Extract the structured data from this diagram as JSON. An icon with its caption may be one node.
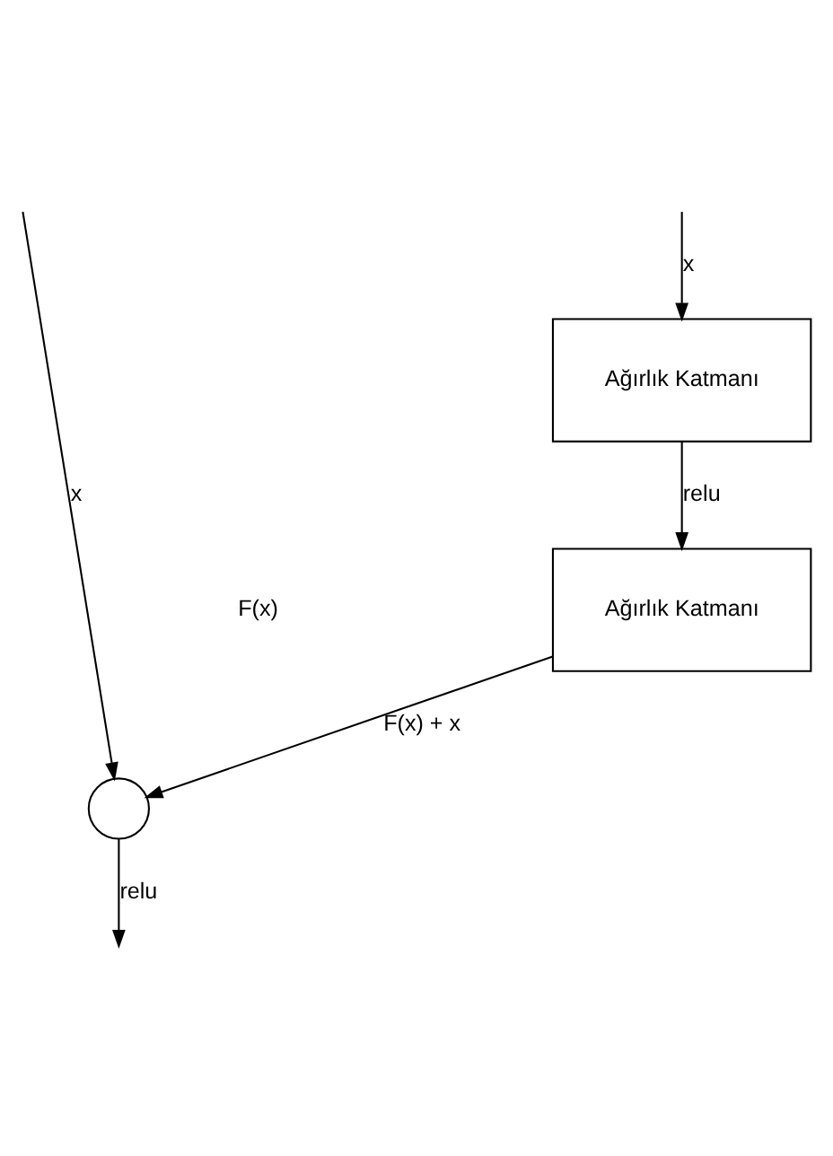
{
  "diagram": {
    "nodes": [
      {
        "text": [
          "Ağırlık Katmanı"
        ]
      },
      {
        "text": [
          "Ağırlık Katmanı"
        ]
      },
      {
        "text": [],
        "shape": "circle"
      }
    ],
    "edges": [
      {
        "from": null,
        "to": 0,
        "arrow": "to",
        "label": "x"
      },
      {
        "from": 0,
        "to": 1,
        "arrow": "to",
        "label": "relu"
      },
      {
        "from": 1,
        "to": 2,
        "arrow": "to",
        "label": "F(x) + x"
      },
      {
        "from": null,
        "to": 2,
        "arrow": "to",
        "label": "x"
      },
      {
        "from": 2,
        "to": null,
        "arrow": "to",
        "label": "relu"
      }
    ],
    "labels": [
      "F(x)"
    ]
  }
}
